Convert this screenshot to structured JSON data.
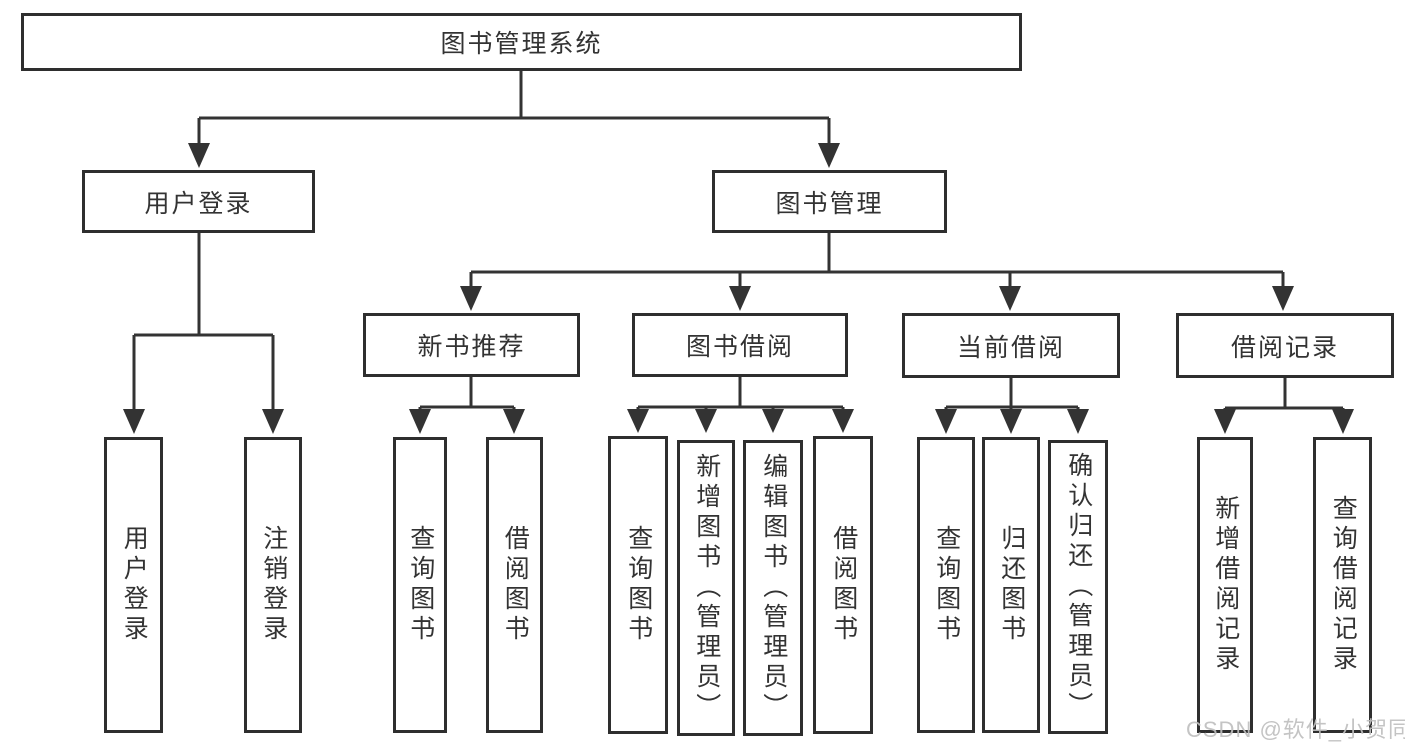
{
  "diagram": {
    "type": "tree",
    "root": {
      "label": "图书管理系统"
    },
    "branches": [
      {
        "label": "用户登录",
        "children": [
          {
            "label": "用户登录"
          },
          {
            "label": "注销登录"
          }
        ]
      },
      {
        "label": "图书管理",
        "children": [
          {
            "label": "新书推荐",
            "children": [
              {
                "label": "查询图书"
              },
              {
                "label": "借阅图书"
              }
            ]
          },
          {
            "label": "图书借阅",
            "children": [
              {
                "label": "查询图书"
              },
              {
                "label": "新增图书（管理员）"
              },
              {
                "label": "编辑图书（管理员）"
              },
              {
                "label": "借阅图书"
              }
            ]
          },
          {
            "label": "当前借阅",
            "children": [
              {
                "label": "查询图书"
              },
              {
                "label": "归还图书"
              },
              {
                "label": "确认归还（管理员）"
              }
            ]
          },
          {
            "label": "借阅记录",
            "children": [
              {
                "label": "新增借阅记录"
              },
              {
                "label": "查询借阅记录"
              }
            ]
          }
        ]
      }
    ]
  },
  "watermark": {
    "text": "CSDN @软件_小贺同学"
  },
  "colors": {
    "line": "#333333",
    "border": "#2e2e2e",
    "fill": "#ffffff",
    "text": "#333333",
    "watermark": "#bfbfbf"
  }
}
